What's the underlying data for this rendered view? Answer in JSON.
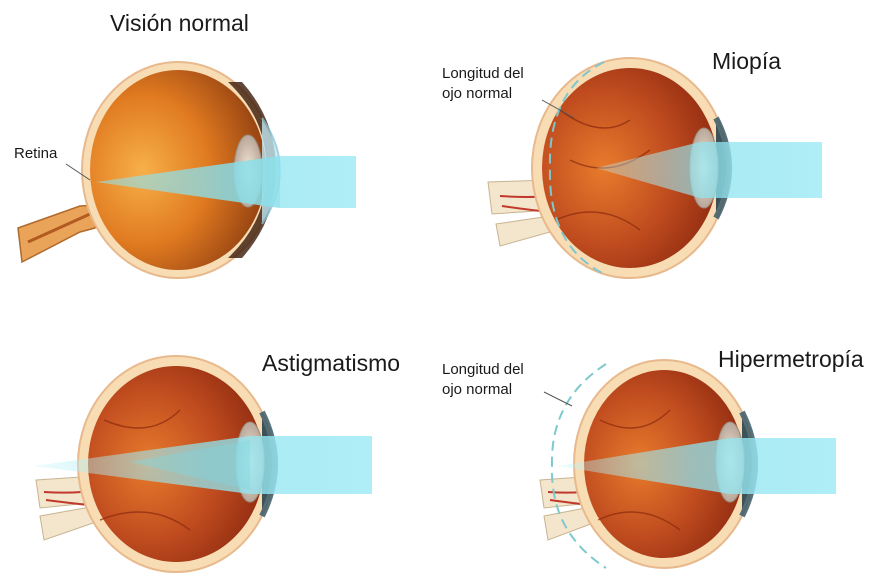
{
  "panels": {
    "normal": {
      "title": "Visión normal",
      "retina_label": "Retina"
    },
    "myopia": {
      "title": "Miopía",
      "length_label_1": "Longitud del",
      "length_label_2": "ojo normal"
    },
    "astigmatism": {
      "title": "Astigmatismo"
    },
    "hyperopia": {
      "title": "Hipermetropía",
      "length_label_1": "Longitud del",
      "length_label_2": "ojo normal"
    }
  },
  "colors": {
    "eye_inner": "#b5411d",
    "eye_mid": "#d2691e",
    "eye_light": "#f0a13a",
    "sclera": "#f7d9b0",
    "light_beam": "#a8ecf4",
    "normal_length_marker": "#7ec8cf",
    "vessels": "#c0392b"
  }
}
